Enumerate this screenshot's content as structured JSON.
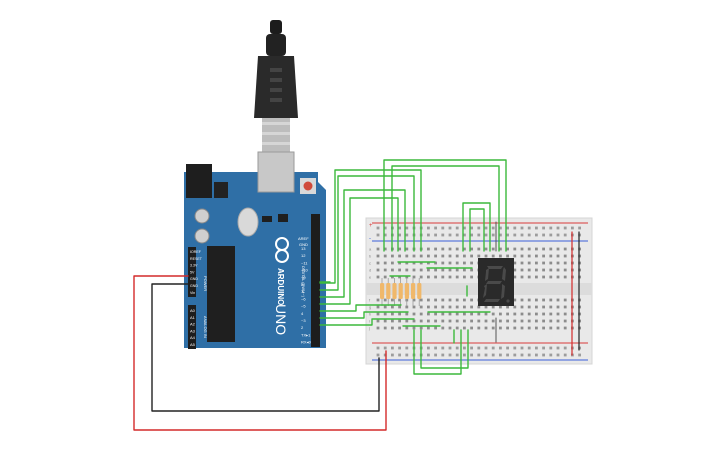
{
  "board": {
    "brand": "ARDUINO",
    "model": "UNO",
    "digital_label": "DIGITAL (PWM~)",
    "power_label": "POWER",
    "analog_label": "ANALOG IN",
    "aref": "AREF",
    "gnd": "GND",
    "pins_digital": [
      "13",
      "12",
      "~11",
      "~10",
      "~9",
      "8",
      "7",
      "~6",
      "~5",
      "4",
      "~3",
      "2",
      "TX▸1",
      "RX◂0"
    ],
    "pins_power": [
      "IOREF",
      "RESET",
      "3.3V",
      "5V",
      "GND",
      "GND",
      "Vin"
    ],
    "pins_analog": [
      "A0",
      "A1",
      "A2",
      "A3",
      "A4",
      "A5"
    ]
  },
  "breadboard": {
    "column_letters": [
      "a",
      "b",
      "c",
      "d",
      "e",
      "f",
      "g",
      "h",
      "i",
      "j"
    ],
    "rail_plus": "+",
    "rail_minus": "-"
  },
  "colors": {
    "board": "#2f6fa6",
    "wire_green": "#3cb93c",
    "wire_red": "#d42a2a",
    "wire_black": "#222222",
    "breadboard": "#e9e9e9",
    "resistor": "#f0b86a",
    "display": "#2a2a2a"
  }
}
